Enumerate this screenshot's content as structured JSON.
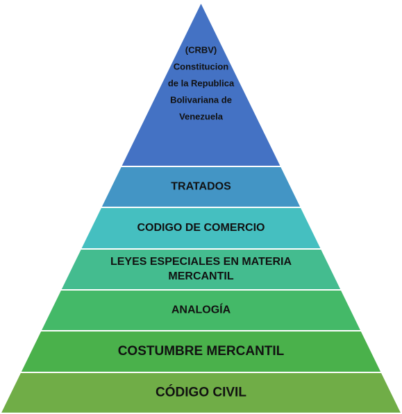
{
  "pyramid": {
    "tiers": [
      {
        "lines": [
          "(CRBV)",
          "Constitucion",
          "de la Republica",
          "Bolivariana de",
          "Venezuela"
        ],
        "color": "#4472C4"
      },
      {
        "lines": [
          "TRATADOS"
        ],
        "color": "#4395C5"
      },
      {
        "lines": [
          "CODIGO DE COMERCIO"
        ],
        "color": "#45BFC0"
      },
      {
        "lines": [
          "LEYES ESPECIALES  EN MATERIA",
          "MERCANTIL"
        ],
        "color": "#44BC8F"
      },
      {
        "lines": [
          "ANALOGÍA"
        ],
        "color": "#44B968"
      },
      {
        "lines": [
          "COSTUMBRE MERCANTIL"
        ],
        "color": "#4AB14B"
      },
      {
        "lines": [
          "CÓDIGO CIVIL"
        ],
        "color": "#70AD47"
      }
    ]
  }
}
